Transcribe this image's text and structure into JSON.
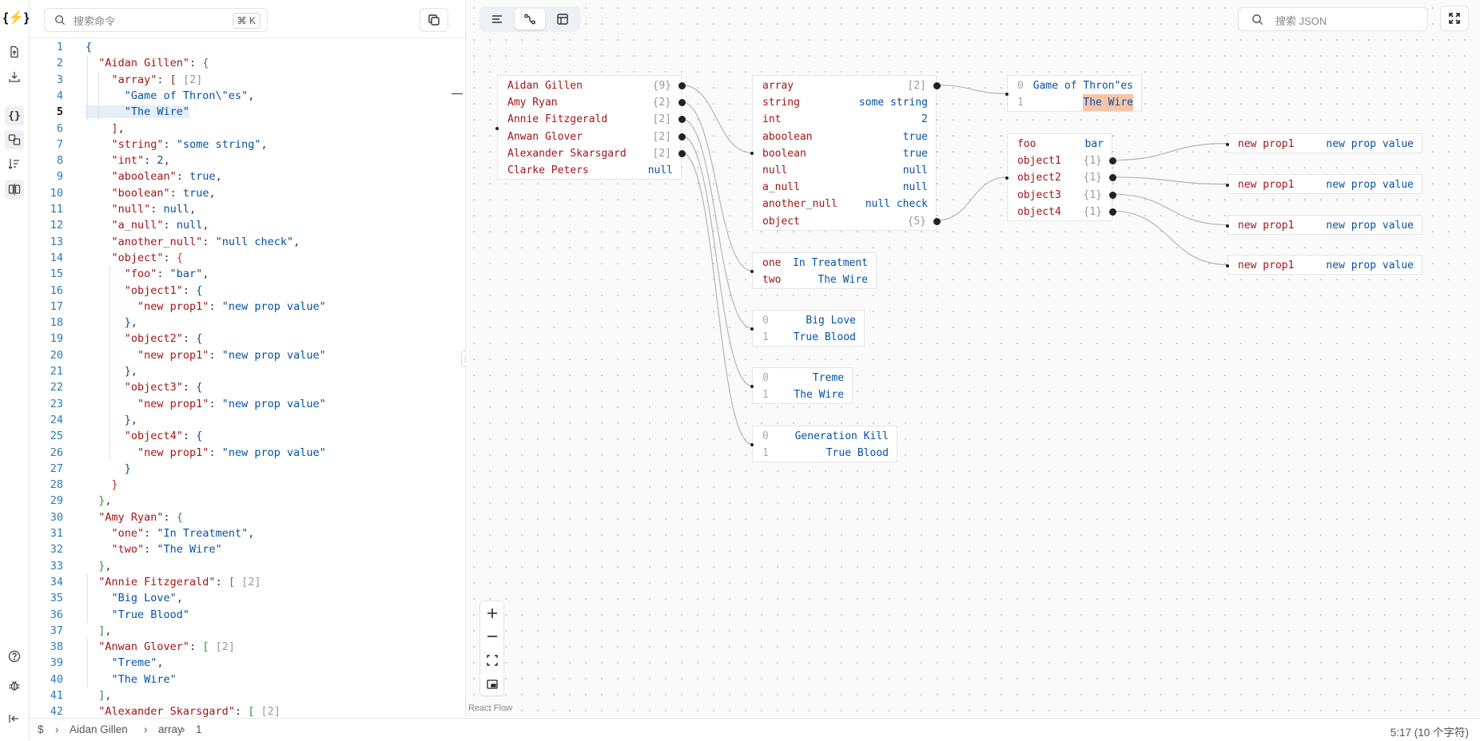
{
  "app": {
    "logo_text": "{⚡}"
  },
  "rail": {
    "items": [
      {
        "name": "import",
        "icon": "file-import-icon"
      },
      {
        "name": "export",
        "icon": "download-icon"
      },
      {
        "name": "format",
        "icon": "braces-icon",
        "active": true
      },
      {
        "name": "diff",
        "icon": "compare-icon",
        "active": true
      },
      {
        "name": "sort",
        "icon": "sort-icon"
      },
      {
        "name": "split",
        "icon": "split-view-icon",
        "active": true
      },
      {
        "name": "help",
        "icon": "help-icon"
      },
      {
        "name": "bug",
        "icon": "bug-icon"
      },
      {
        "name": "collapse",
        "icon": "collapse-left-icon"
      }
    ]
  },
  "editor": {
    "search_placeholder": "搜索命令",
    "shortcut": "⌘ K",
    "current_line": 5,
    "lines": [
      [
        [
          "b1",
          "{"
        ]
      ],
      [
        [
          "k",
          "  \"Aidan Gillen\""
        ],
        [
          "p",
          ": "
        ],
        [
          "b2",
          "{"
        ]
      ],
      [
        [
          "k",
          "    \"array\""
        ],
        [
          "p",
          ": "
        ],
        [
          "b3",
          "[ "
        ],
        [
          "cnt",
          "[2]"
        ]
      ],
      [
        [
          "s",
          "      \"Game of Thron\\\"es\""
        ],
        [
          "p",
          ","
        ]
      ],
      [
        [
          "s",
          "      \"The Wire\""
        ]
      ],
      [
        [
          "b3",
          "    ]"
        ],
        [
          "p",
          ","
        ]
      ],
      [
        [
          "k",
          "    \"string\""
        ],
        [
          "p",
          ": "
        ],
        [
          "s",
          "\"some string\""
        ],
        [
          "p",
          ","
        ]
      ],
      [
        [
          "k",
          "    \"int\""
        ],
        [
          "p",
          ": "
        ],
        [
          "s",
          "2"
        ],
        [
          "p",
          ","
        ]
      ],
      [
        [
          "k",
          "    \"aboolean\""
        ],
        [
          "p",
          ": "
        ],
        [
          "s",
          "true"
        ],
        [
          "p",
          ","
        ]
      ],
      [
        [
          "k",
          "    \"boolean\""
        ],
        [
          "p",
          ": "
        ],
        [
          "s",
          "true"
        ],
        [
          "p",
          ","
        ]
      ],
      [
        [
          "k",
          "    \"null\""
        ],
        [
          "p",
          ": "
        ],
        [
          "s",
          "null"
        ],
        [
          "p",
          ","
        ]
      ],
      [
        [
          "k",
          "    \"a_null\""
        ],
        [
          "p",
          ": "
        ],
        [
          "s",
          "null"
        ],
        [
          "p",
          ","
        ]
      ],
      [
        [
          "k",
          "    \"another_null\""
        ],
        [
          "p",
          ": "
        ],
        [
          "s",
          "\"null check\""
        ],
        [
          "p",
          ","
        ]
      ],
      [
        [
          "k",
          "    \"object\""
        ],
        [
          "p",
          ": "
        ],
        [
          "b4",
          "{"
        ]
      ],
      [
        [
          "k",
          "      \"foo\""
        ],
        [
          "p",
          ": "
        ],
        [
          "s",
          "\"bar\""
        ],
        [
          "p",
          ","
        ]
      ],
      [
        [
          "k",
          "      \"object1\""
        ],
        [
          "p",
          ": "
        ],
        [
          "b1",
          "{"
        ]
      ],
      [
        [
          "k",
          "        \"new prop1\""
        ],
        [
          "p",
          ": "
        ],
        [
          "s",
          "\"new prop value\""
        ]
      ],
      [
        [
          "b1",
          "      }"
        ],
        [
          "p",
          ","
        ]
      ],
      [
        [
          "k",
          "      \"object2\""
        ],
        [
          "p",
          ": "
        ],
        [
          "b1",
          "{"
        ]
      ],
      [
        [
          "k",
          "        \"new prop1\""
        ],
        [
          "p",
          ": "
        ],
        [
          "s",
          "\"new prop value\""
        ]
      ],
      [
        [
          "b1",
          "      }"
        ],
        [
          "p",
          ","
        ]
      ],
      [
        [
          "k",
          "      \"object3\""
        ],
        [
          "p",
          ": "
        ],
        [
          "b1",
          "{"
        ]
      ],
      [
        [
          "k",
          "        \"new prop1\""
        ],
        [
          "p",
          ": "
        ],
        [
          "s",
          "\"new prop value\""
        ]
      ],
      [
        [
          "b1",
          "      }"
        ],
        [
          "p",
          ","
        ]
      ],
      [
        [
          "k",
          "      \"object4\""
        ],
        [
          "p",
          ": "
        ],
        [
          "b1",
          "{"
        ]
      ],
      [
        [
          "k",
          "        \"new prop1\""
        ],
        [
          "p",
          ": "
        ],
        [
          "s",
          "\"new prop value\""
        ]
      ],
      [
        [
          "b1",
          "      }"
        ]
      ],
      [
        [
          "b4",
          "    }"
        ]
      ],
      [
        [
          "b2",
          "  }"
        ],
        [
          "p",
          ","
        ]
      ],
      [
        [
          "k",
          "  \"Amy Ryan\""
        ],
        [
          "p",
          ": "
        ],
        [
          "b2",
          "{"
        ]
      ],
      [
        [
          "k",
          "    \"one\""
        ],
        [
          "p",
          ": "
        ],
        [
          "s",
          "\"In Treatment\""
        ],
        [
          "p",
          ","
        ]
      ],
      [
        [
          "k",
          "    \"two\""
        ],
        [
          "p",
          ": "
        ],
        [
          "s",
          "\"The Wire\""
        ]
      ],
      [
        [
          "b2",
          "  }"
        ],
        [
          "p",
          ","
        ]
      ],
      [
        [
          "k",
          "  \"Annie Fitzgerald\""
        ],
        [
          "p",
          ": "
        ],
        [
          "b2",
          "[ "
        ],
        [
          "cnt",
          "[2]"
        ]
      ],
      [
        [
          "s",
          "    \"Big Love\""
        ],
        [
          "p",
          ","
        ]
      ],
      [
        [
          "s",
          "    \"True Blood\""
        ]
      ],
      [
        [
          "b2",
          "  ]"
        ],
        [
          "p",
          ","
        ]
      ],
      [
        [
          "k",
          "  \"Anwan Glover\""
        ],
        [
          "p",
          ": "
        ],
        [
          "b2",
          "[ "
        ],
        [
          "cnt",
          "[2]"
        ]
      ],
      [
        [
          "s",
          "    \"Treme\""
        ],
        [
          "p",
          ","
        ]
      ],
      [
        [
          "s",
          "    \"The Wire\""
        ]
      ],
      [
        [
          "b2",
          "  ]"
        ],
        [
          "p",
          ","
        ]
      ],
      [
        [
          "k",
          "  \"Alexander Skarsgard\""
        ],
        [
          "p",
          ": "
        ],
        [
          "b2",
          "[ "
        ],
        [
          "cnt",
          "[2]"
        ]
      ]
    ]
  },
  "statusbar": {
    "breadcrumb": [
      "$",
      "Aidan Gillen",
      "array",
      "1"
    ],
    "position": "5:17 (10 个字符)"
  },
  "graph": {
    "search_placeholder": "搜索 JSON",
    "attribution": "React Flow",
    "nodes": {
      "root": [
        [
          "Aidan Gillen",
          "{9}"
        ],
        [
          "Amy Ryan",
          "{2}"
        ],
        [
          "Annie Fitzgerald",
          "[2]"
        ],
        [
          "Anwan Glover",
          "[2]"
        ],
        [
          "Alexander Skarsgard",
          "[2]"
        ],
        [
          "Clarke Peters",
          "null"
        ]
      ],
      "aidan": [
        [
          "array",
          "[2]"
        ],
        [
          "string",
          "some string"
        ],
        [
          "int",
          "2"
        ],
        [
          "aboolean",
          "true"
        ],
        [
          "boolean",
          "true"
        ],
        [
          "null",
          "null"
        ],
        [
          "a_null",
          "null"
        ],
        [
          "another_null",
          "null check"
        ],
        [
          "object",
          "{5}"
        ]
      ],
      "array": [
        [
          "0",
          "Game of Thron\"es"
        ],
        [
          "1",
          "The Wire"
        ]
      ],
      "object": [
        [
          "foo",
          "bar"
        ],
        [
          "object1",
          "{1}"
        ],
        [
          "object2",
          "{1}"
        ],
        [
          "object3",
          "{1}"
        ],
        [
          "object4",
          "{1}"
        ]
      ],
      "obj1": [
        [
          "new prop1",
          "new prop value"
        ]
      ],
      "obj2": [
        [
          "new prop1",
          "new prop value"
        ]
      ],
      "obj3": [
        [
          "new prop1",
          "new prop value"
        ]
      ],
      "obj4": [
        [
          "new prop1",
          "new prop value"
        ]
      ],
      "amy": [
        [
          "one",
          "In Treatment"
        ],
        [
          "two",
          "The Wire"
        ]
      ],
      "annie": [
        [
          "0",
          "Big Love"
        ],
        [
          "1",
          "True Blood"
        ]
      ],
      "anwan": [
        [
          "0",
          "Treme"
        ],
        [
          "1",
          "The Wire"
        ]
      ],
      "alex": [
        [
          "0",
          "Generation Kill"
        ],
        [
          "1",
          "True Blood"
        ]
      ]
    }
  }
}
